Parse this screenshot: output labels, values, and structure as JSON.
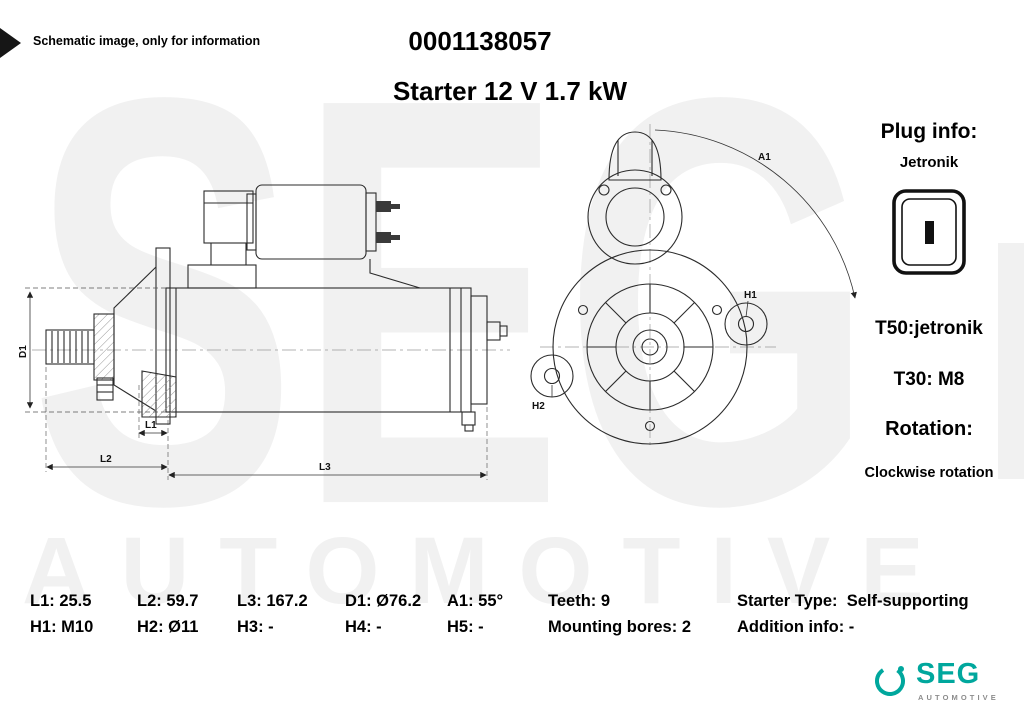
{
  "page": {
    "disclaimer": "Schematic image, only for information",
    "part_number": "0001138057",
    "title": "Starter 12 V 1.7 kW"
  },
  "watermark": {
    "word1": "SEG",
    "word2": "AUTOMOTIVE"
  },
  "plug": {
    "heading": "Plug info:",
    "type": "Jetronik",
    "t50": "T50:jetronik",
    "t30": "T30: M8",
    "rotation_heading": "Rotation:",
    "rotation_value": "Clockwise rotation"
  },
  "drawing_labels": {
    "d1": "D1",
    "l1": "L1",
    "l2": "L2",
    "l3": "L3",
    "a1": "A1",
    "h1": "H1",
    "h2": "H2"
  },
  "specs": {
    "row1": [
      "L1: 25.5",
      "L2: 59.7",
      "L3: 167.2",
      "D1: Ø76.2",
      "A1: 55°",
      "Teeth: 9",
      "Starter Type:  Self-supporting"
    ],
    "row2": [
      "H1: M10",
      "H2: Ø11",
      "H3: -",
      "H4: -",
      "H5: -",
      "Mounting bores: 2",
      "Addition info: -"
    ]
  },
  "logo": {
    "brand": "SEG",
    "sub": "AUTOMOTIVE"
  },
  "colors": {
    "accent_teal": "#00a79d",
    "watermark_gray": "#f1f1f1",
    "line": "#2b2b2b"
  }
}
